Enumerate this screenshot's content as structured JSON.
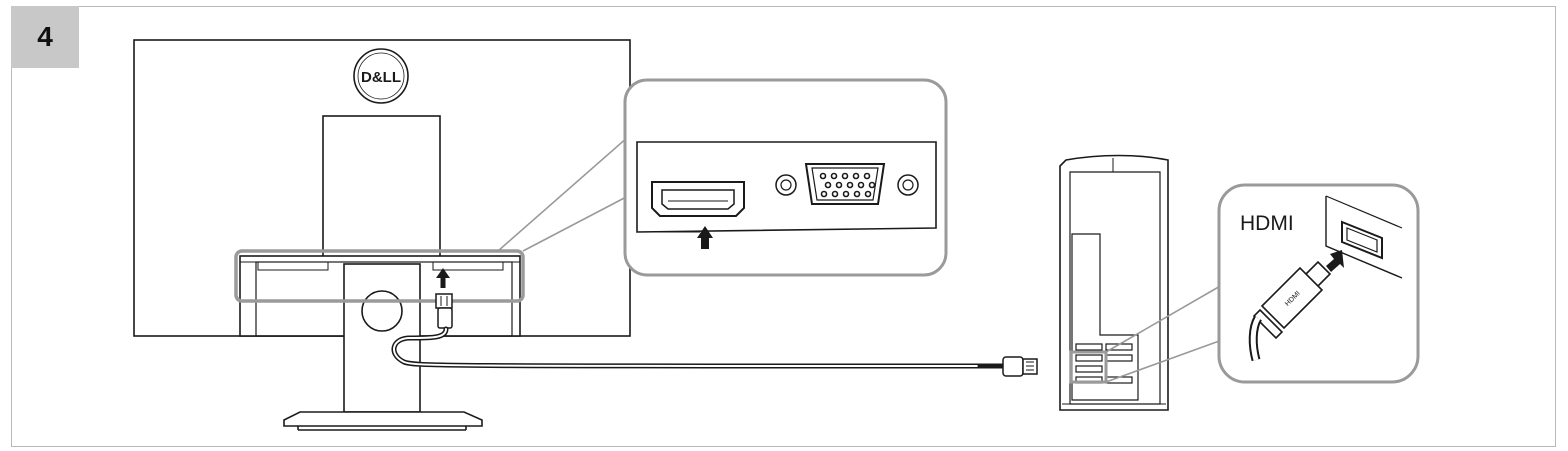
{
  "step": {
    "number": "4"
  },
  "monitor": {
    "logo_text": "D&LL"
  },
  "computer_inset": {
    "port_label": "HDMI",
    "plug_label": "HDMI"
  },
  "colors": {
    "line": "#1a1a1a",
    "callout": "#9a9a9a",
    "badge": "#c8c8c8"
  }
}
